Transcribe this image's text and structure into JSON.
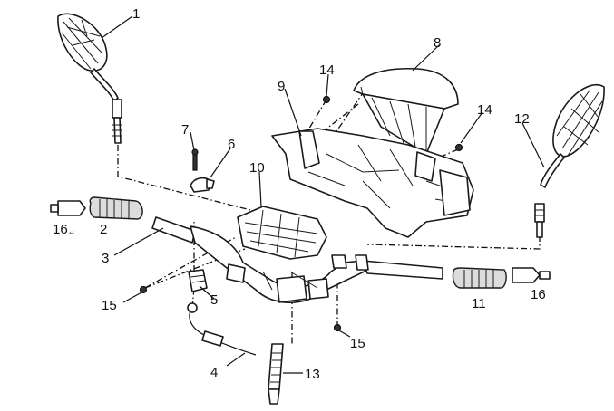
{
  "callouts": {
    "c1": "1",
    "c2": "2",
    "c3": "3",
    "c4": "4",
    "c5": "5",
    "c6": "6",
    "c7": "7",
    "c8": "8",
    "c9": "9",
    "c10": "10",
    "c11": "11",
    "c12": "12",
    "c13": "13",
    "c14a": "14",
    "c14b": "14",
    "c15a": "15",
    "c15b": "15",
    "c16a": "16",
    "c16b": "16"
  },
  "marks": {
    "return_mark": "↵"
  },
  "colors": {
    "line": "#1a1a1a",
    "fill": "#ffffff",
    "grip": "#dcdcdc"
  }
}
